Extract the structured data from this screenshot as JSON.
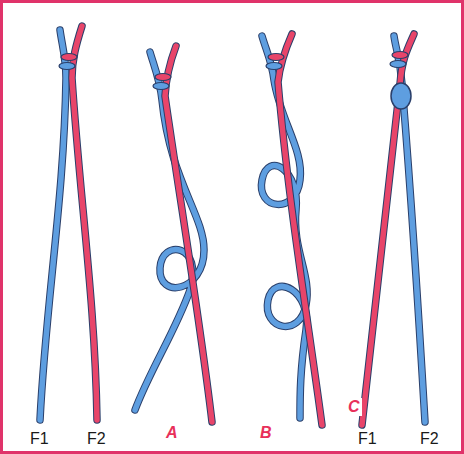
{
  "diagram": {
    "labels": [
      "F1",
      "F2",
      "A",
      "B",
      "C",
      "F1",
      "F2"
    ]
  }
}
